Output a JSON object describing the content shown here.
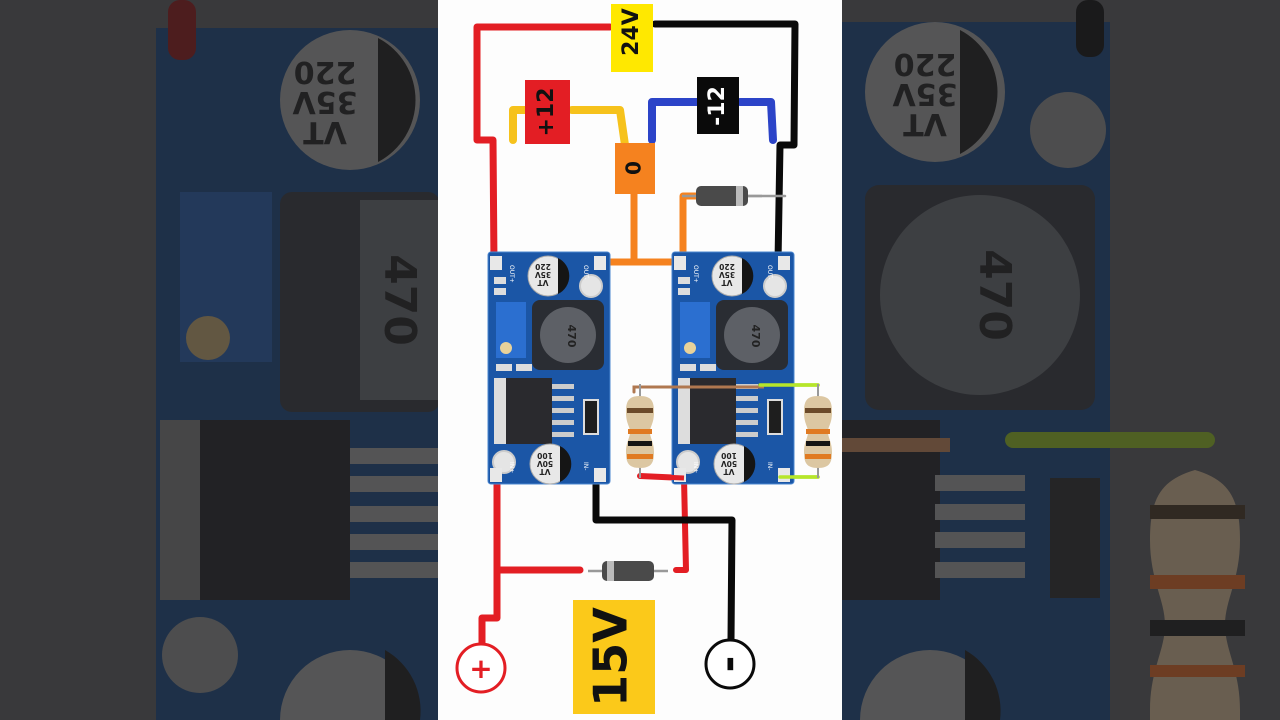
{
  "diagram": {
    "title_supply": "24V",
    "rail_positive": "+12",
    "rail_negative": "-12",
    "rail_ground": "0",
    "input_voltage": "15V",
    "terminal_positive": "+",
    "terminal_negative": "-"
  },
  "module": {
    "out_plus": "OUT+",
    "out_minus": "OUT-",
    "in_plus": "IN+",
    "in_minus": "IN-",
    "cap_out_value": "220",
    "cap_out_voltage": "35V",
    "cap_out_series": "VT",
    "cap_in_value": "100",
    "cap_in_voltage": "50V",
    "cap_in_series": "VT",
    "inductor_value": "470"
  },
  "colors": {
    "wire_red": "#e31e24",
    "wire_black": "#0a0a0a",
    "wire_yellow": "#f6c21c",
    "wire_blue": "#2c44c8",
    "wire_orange": "#f5821f",
    "wire_green": "#b6e62a",
    "wire_brown": "#b07850",
    "label_yellow": "#ffe800",
    "label_15v": "#fbc91a",
    "pcb_blue": "#1b56a6",
    "side_bg": "#4e4e50"
  }
}
